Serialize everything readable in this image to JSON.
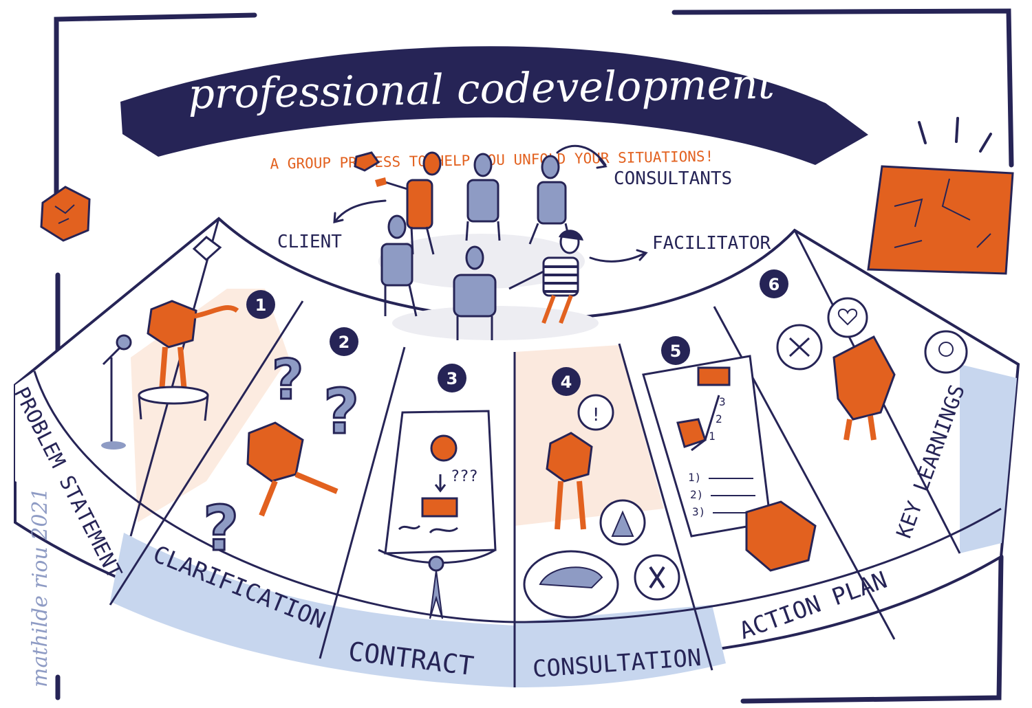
{
  "title": "professional codevelopment",
  "subtitle": "A GROUP PROCESS TO HELP YOU UNFOLD YOUR SITUATIONS!",
  "roles": {
    "consultants": "CONSULTANTS",
    "client": "CLIENT",
    "facilitator": "FACILITATOR"
  },
  "steps": [
    {
      "number": "1",
      "label": "PROBLEM STATEMENT"
    },
    {
      "number": "2",
      "label": "CLARIFICATION"
    },
    {
      "number": "3",
      "label": "CONTRACT"
    },
    {
      "number": "4",
      "label": "CONSULTATION"
    },
    {
      "number": "5",
      "label": "ACTION PLAN"
    },
    {
      "number": "6",
      "label": "KEY LEARNINGS"
    }
  ],
  "contract_marks": "???",
  "action_list": [
    "1)",
    "2)",
    "3)"
  ],
  "staircase_numbers": [
    "1",
    "2",
    "3"
  ],
  "signature": "mathilde riou 2021",
  "colors": {
    "navy": "#262456",
    "orange": "#e2611f",
    "lightblue": "#c7d6ee",
    "peach": "#fbe7da",
    "grey": "#8e9bc4"
  }
}
